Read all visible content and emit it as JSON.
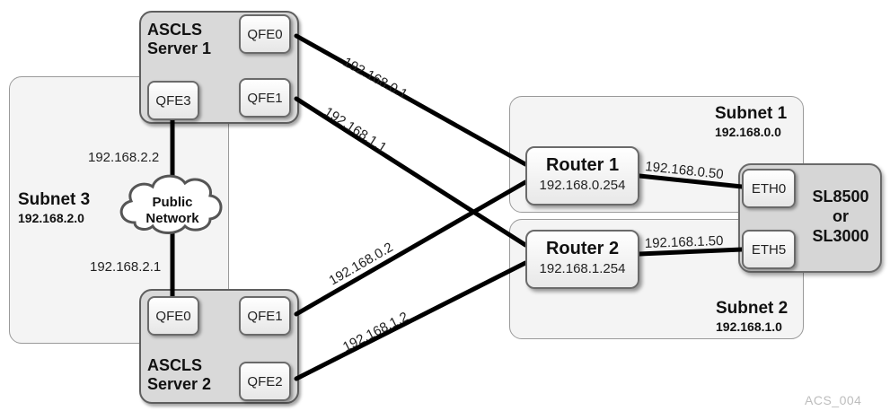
{
  "subnets": {
    "subnet1": {
      "title": "Subnet 1",
      "ip": "192.168.0.0"
    },
    "subnet2": {
      "title": "Subnet 2",
      "ip": "192.168.1.0"
    },
    "subnet3": {
      "title": "Subnet 3",
      "ip": "192.168.2.0"
    }
  },
  "servers": {
    "server1": {
      "label_line1": "ASCLS",
      "label_line2": "Server 1",
      "ports": [
        "QFE0",
        "QFE1",
        "QFE3"
      ]
    },
    "server2": {
      "label_line1": "ASCLS",
      "label_line2": "Server 2",
      "ports": [
        "QFE0",
        "QFE1",
        "QFE2"
      ]
    }
  },
  "routers": {
    "router1": {
      "title": "Router 1",
      "ip": "192.168.0.254"
    },
    "router2": {
      "title": "Router 2",
      "ip": "192.168.1.254"
    }
  },
  "library": {
    "line1": "SL8500",
    "line2": "or",
    "line3": "SL3000",
    "ports": [
      "ETH0",
      "ETH5"
    ]
  },
  "cloud": {
    "line1": "Public",
    "line2": "Network"
  },
  "link_labels": {
    "s1_qfe0": "192.168.0.1",
    "s1_qfe1": "192.168.1.1",
    "s2_qfe1": "192.168.0.2",
    "s2_qfe2": "192.168.1.2",
    "r1_eth0": "192.168.0.50",
    "r2_eth5": "192.168.1.50",
    "s1_qfe3": "192.168.2.2",
    "s2_qfe0": "192.168.2.1"
  },
  "figure_id": "ACS_004"
}
